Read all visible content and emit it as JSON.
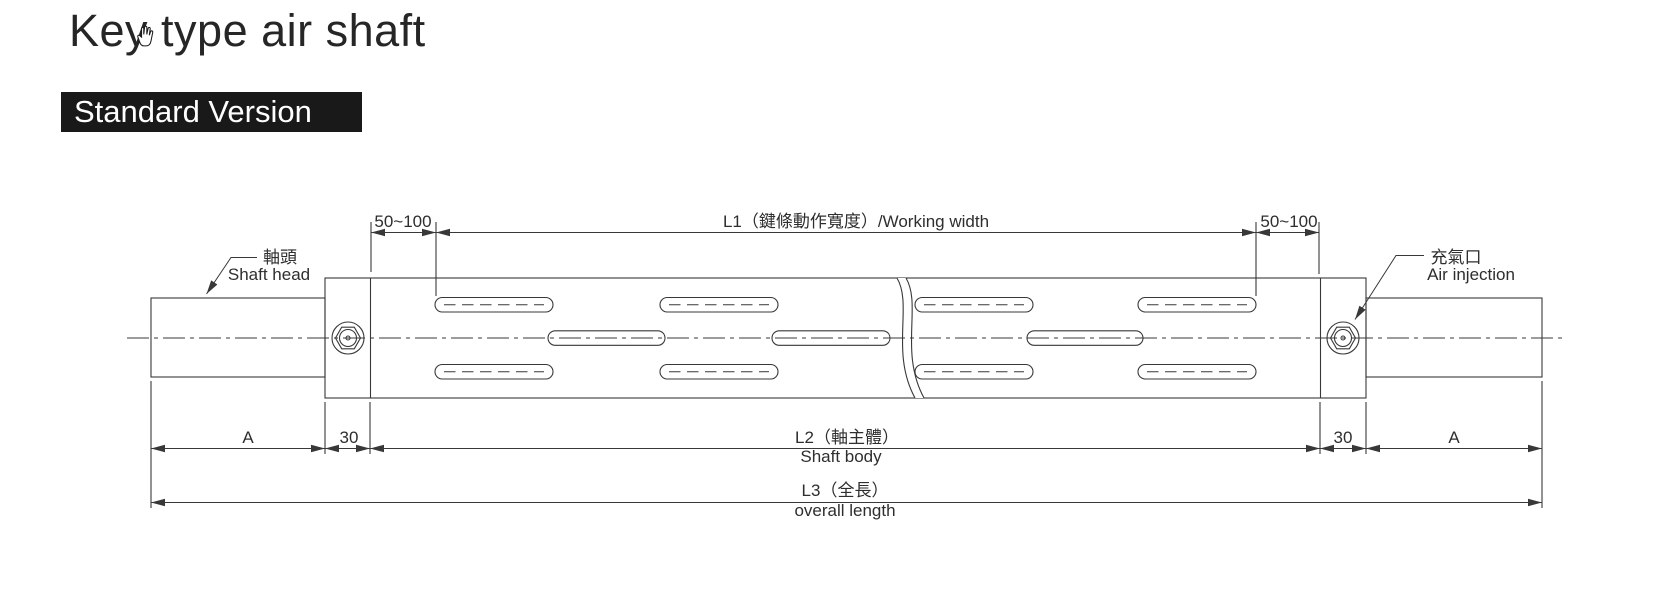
{
  "header": {
    "title": "Key type air shaft",
    "badge": "Standard Version"
  },
  "dims": {
    "edge_margin": "50~100",
    "working_width": "L1（鍵條動作寬度）/Working width",
    "a": "A",
    "thirty": "30",
    "shaft_body_zh": "L2（軸主體）",
    "shaft_body_en": "Shaft body",
    "overall_zh": "L3（全長）",
    "overall_en": "overall length"
  },
  "callouts": {
    "shaft_head_zh": "軸頭",
    "shaft_head_en": "Shaft head",
    "air_injection_zh": "充氣口",
    "air_injection_en": "Air injection"
  },
  "colors": {
    "ink": "#383838",
    "text": "#2e2e2e",
    "badge_bg": "#191919",
    "badge_text": "#ffffff",
    "page_bg": "#ffffff"
  }
}
